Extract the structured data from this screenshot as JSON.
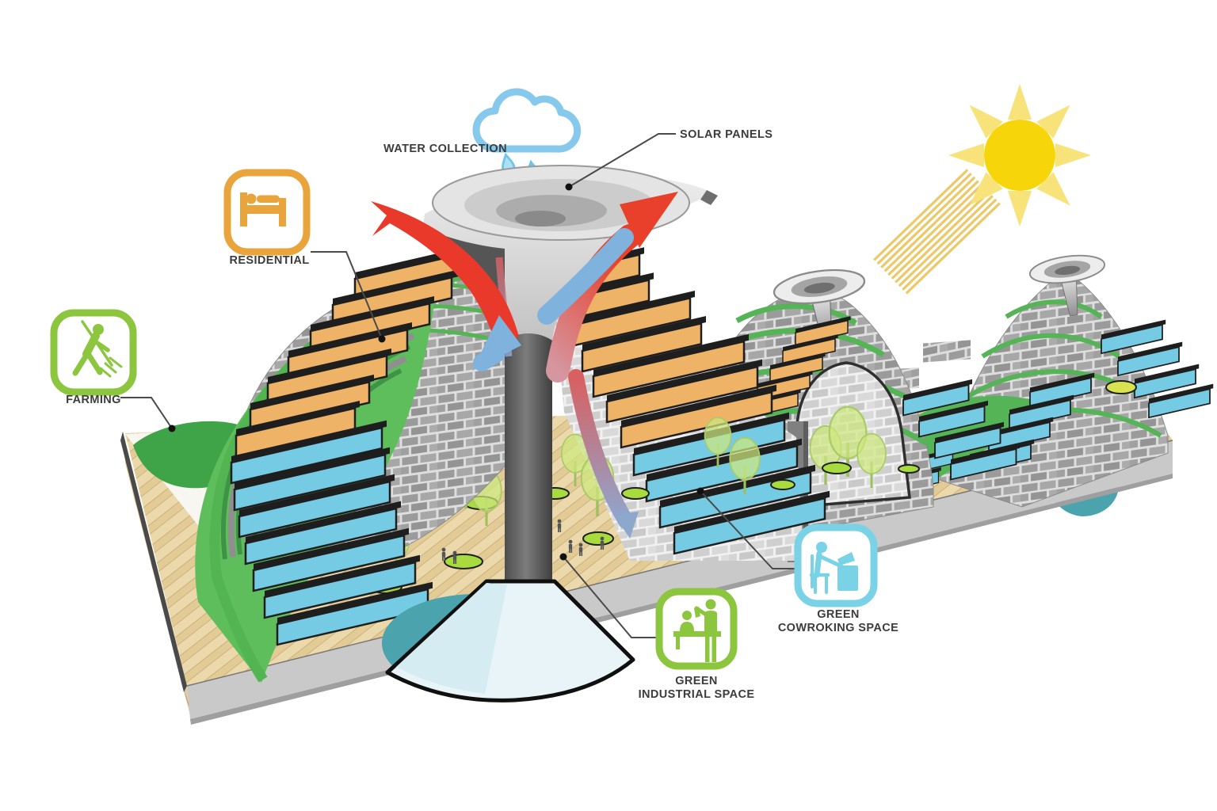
{
  "diagram": {
    "background": "#FFFFFF",
    "labels": {
      "water_collection": "WATER COLLECTION",
      "solar_panels": "SOLAR PANELS"
    },
    "legend": {
      "residential": {
        "label": "RESIDENTIAL",
        "color": "#E9A43C",
        "icon": "bed-icon"
      },
      "farming": {
        "label": "FARMING",
        "color": "#8CC63F",
        "icon": "farmer-pitchfork-icon"
      },
      "coworking": {
        "label_line1": "GREEN",
        "label_line2": "COWROKING SPACE",
        "color": "#79D2E6",
        "icon": "desk-worker-icon"
      },
      "industrial": {
        "label_line1": "GREEN",
        "label_line2": "INDUSTRIAL SPACE",
        "color": "#8CC63F",
        "icon": "workbench-people-icon"
      }
    },
    "scene": {
      "icons": [
        "rain-cloud-icon",
        "raindrops-icon",
        "sun-icon",
        "sun-rays-icon",
        "funnel-tower",
        "water-collection-cone"
      ],
      "colors": {
        "arrow_warm_air": "#E8402A",
        "arrow_cool_air": "#7FB3DE",
        "residential_panels": "#EEB367",
        "glass_panels": "#76CBE4",
        "green_terraces": "#55B456",
        "farmland": "#3FA348",
        "structure_gray": "#9C9C9C",
        "deck_wood": "#E7D3A4",
        "water_teal": "#4AA3AD",
        "cloud_blue": "#86C9EC",
        "sun_yellow": "#F6D60A"
      }
    }
  }
}
